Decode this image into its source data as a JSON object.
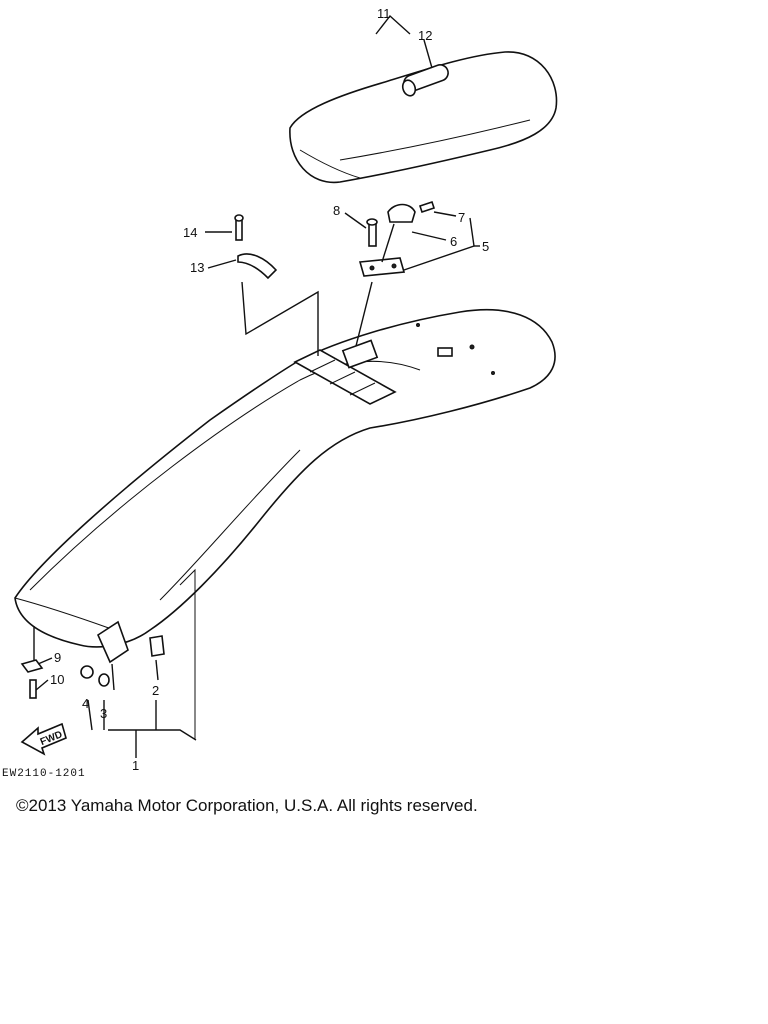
{
  "diagram": {
    "callouts": {
      "p1": "1",
      "p2": "2",
      "p3": "3",
      "p4": "4",
      "p5": "5",
      "p6": "6",
      "p7": "7",
      "p8": "8",
      "p9": "9",
      "p10": "10",
      "p11": "11",
      "p12": "12",
      "p13": "13",
      "p14": "14"
    },
    "fwd_label": "FWD",
    "drawing_code": "EW2110-1201"
  },
  "footer": {
    "copyright": "©2013 Yamaha Motor Corporation, U.S.A. All rights reserved."
  }
}
